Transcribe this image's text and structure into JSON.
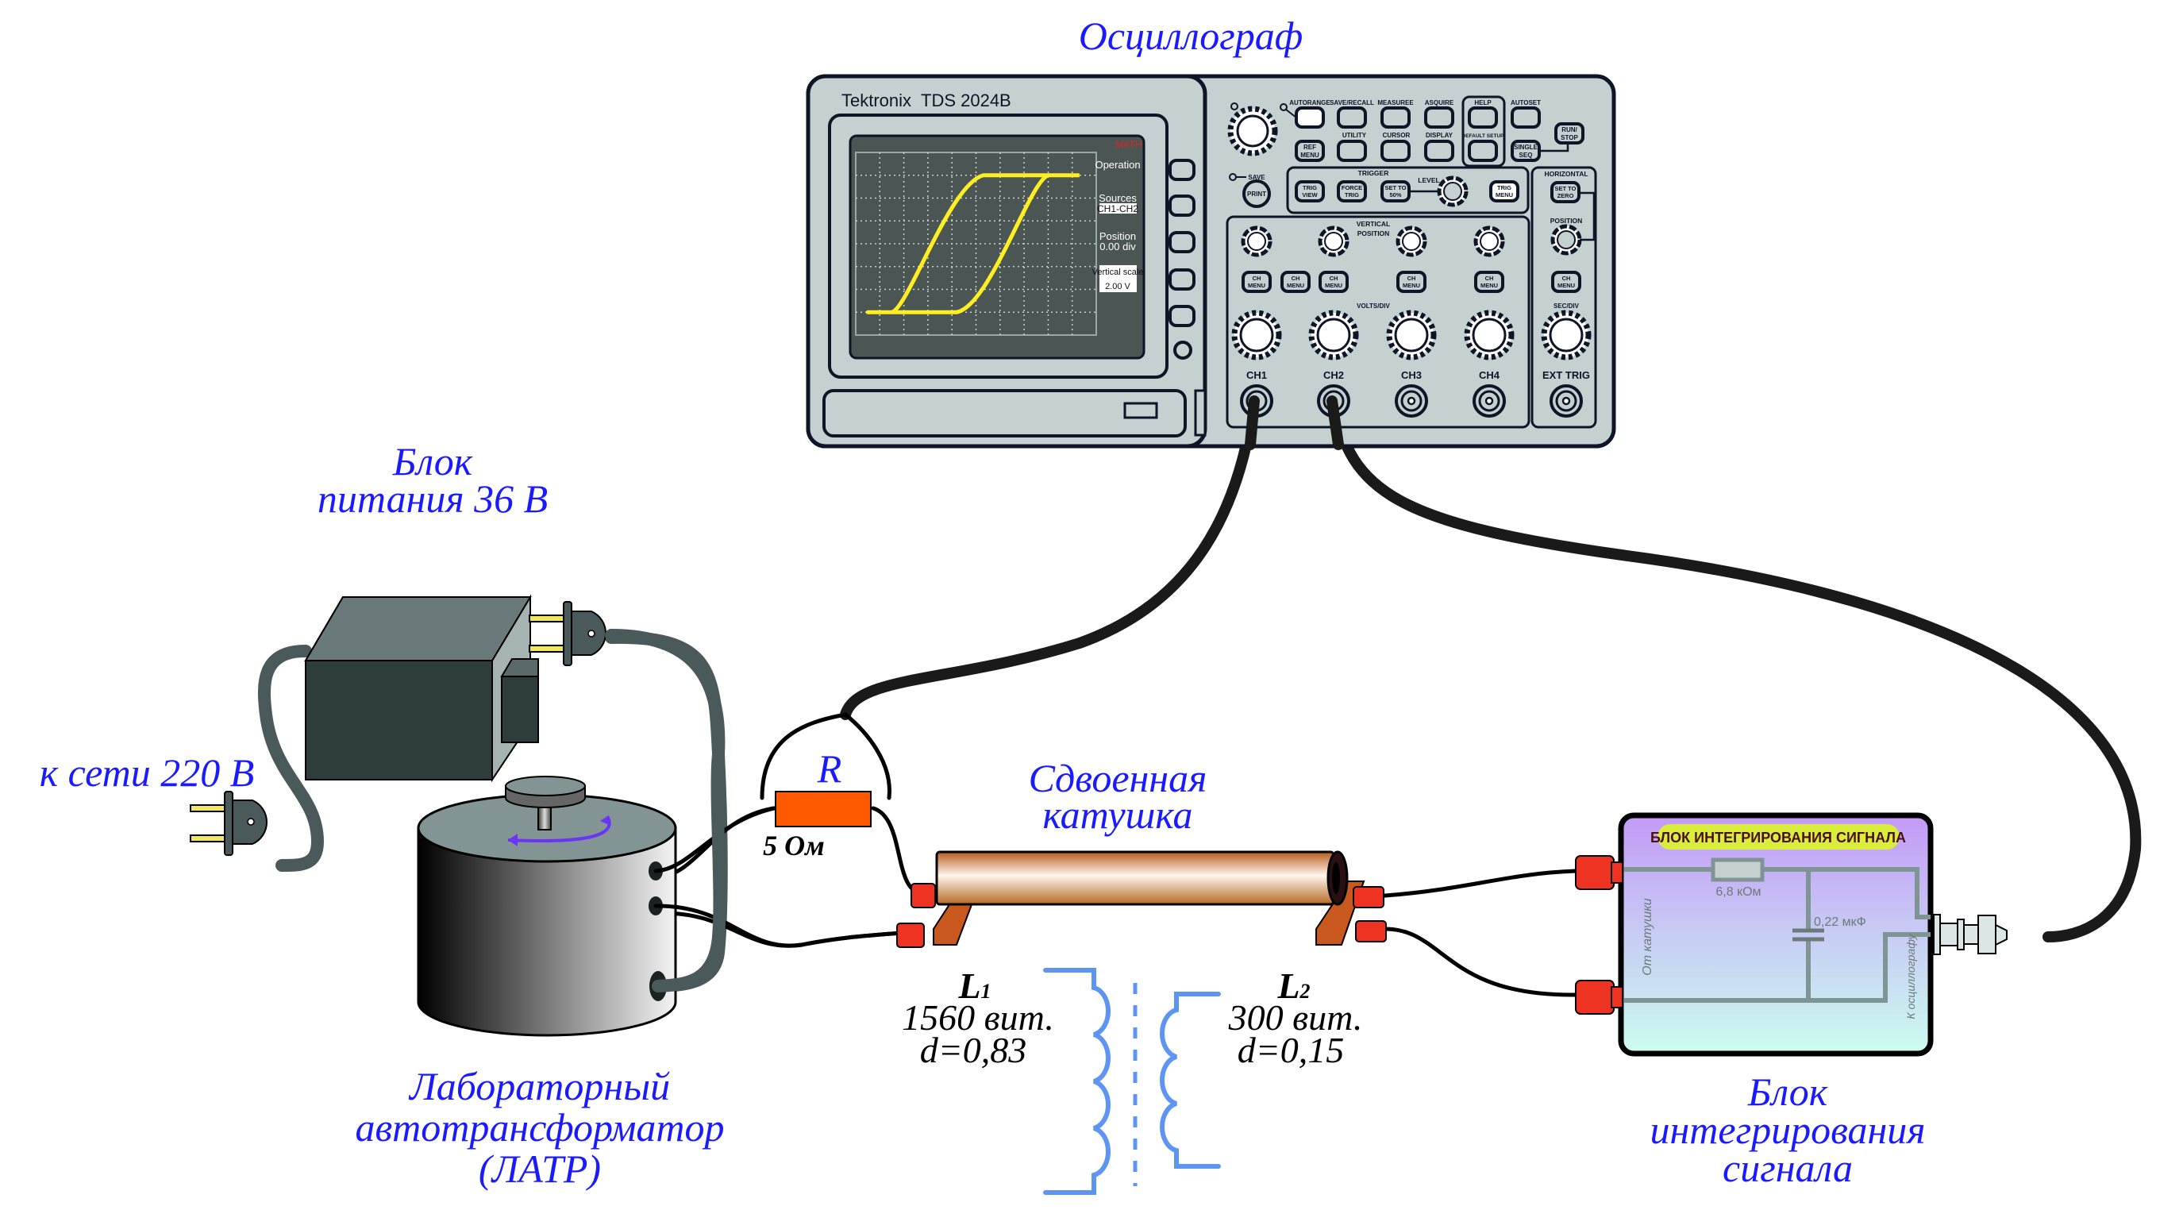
{
  "labels": {
    "oscilloscope": "Осциллограф",
    "power_supply_line1": "Блок",
    "power_supply_line2": "питания 36 В",
    "mains": "к сети 220 В",
    "resistor_symbol": "R",
    "resistor_value": "5 Ом",
    "coil_line1": "Сдвоенная",
    "coil_line2": "катушка",
    "latr_line1": "Лабораторный",
    "latr_line2": "автотрансформатор",
    "latr_line3": "(ЛАТР)",
    "integrator_line1": "Блок",
    "integrator_line2": "интегрирования",
    "integrator_line3": "сигнала"
  },
  "coils": {
    "l1": {
      "name": "L",
      "sub": "1",
      "turns": "1560 вит.",
      "diameter": "d=0,83"
    },
    "l2": {
      "name": "L",
      "sub": "2",
      "turns": "300 вит.",
      "diameter": "d=0,15"
    }
  },
  "integrator_box": {
    "title": "БЛОК ИНТЕГРИРОВАНИЯ СИГНАЛА",
    "resistor": "6,8 кОм",
    "capacitor": "0,22 мкФ",
    "input_label": "От катушки",
    "output_label": "К осциллографу"
  },
  "oscilloscope": {
    "brand": "Tektronix",
    "model": "TDS 2024B",
    "screen": {
      "mode": "MATH",
      "menu": [
        {
          "label": "Operation",
          "value": ""
        },
        {
          "label": "Sources",
          "value": "CH1-CH2"
        },
        {
          "label": "Position",
          "value": "0.00 div"
        },
        {
          "label": "Vertical scale",
          "value": "2.00 V"
        }
      ],
      "trace_color": "#ffee22"
    },
    "top_buttons": {
      "autorange": "AUTORANGE",
      "save_recall": "SAVE/RECALL",
      "measure": "MEASUREE",
      "acquire": "ASQUIRE",
      "help": "HELP",
      "autoset": "AUTOSET",
      "ref_menu_1": "REF",
      "ref_menu_2": "MENU",
      "utility": "UTILITY",
      "cursor": "CURSOR",
      "display": "DISPLAY",
      "default_setup": "DEFAULT SETUP",
      "single_1": "SINGLE",
      "single_2": "SEQ",
      "run_1": "RUN/",
      "run_2": "STOP",
      "save": "SAVE",
      "print": "PRINT"
    },
    "trigger": {
      "title": "TRIGGER",
      "trig_view_1": "TRIG",
      "trig_view_2": "VIEW",
      "force_1": "FORCE",
      "force_2": "TRIG",
      "set50_1": "SET TO",
      "set50_2": "50%",
      "level": "LEVEL",
      "trig_menu_1": "TRIG",
      "trig_menu_2": "MENU"
    },
    "vertical": {
      "title_1": "VERTICAL",
      "title_2": "POSITION",
      "ch_menu_1": "CH",
      "ch_menu_2": "MENU",
      "volts_div": "VOLTS/DIV",
      "channels": [
        "CH1",
        "CH2",
        "CH3",
        "CH4"
      ]
    },
    "horizontal": {
      "title": "HORIZONTAL",
      "set_zero_1": "SET TO",
      "set_zero_2": "ZERO",
      "position": "POSITION",
      "ch_menu_1": "CH",
      "ch_menu_2": "MENU",
      "sec_div": "SEC/DIV",
      "ext_trig": "EXT TRIG"
    }
  }
}
